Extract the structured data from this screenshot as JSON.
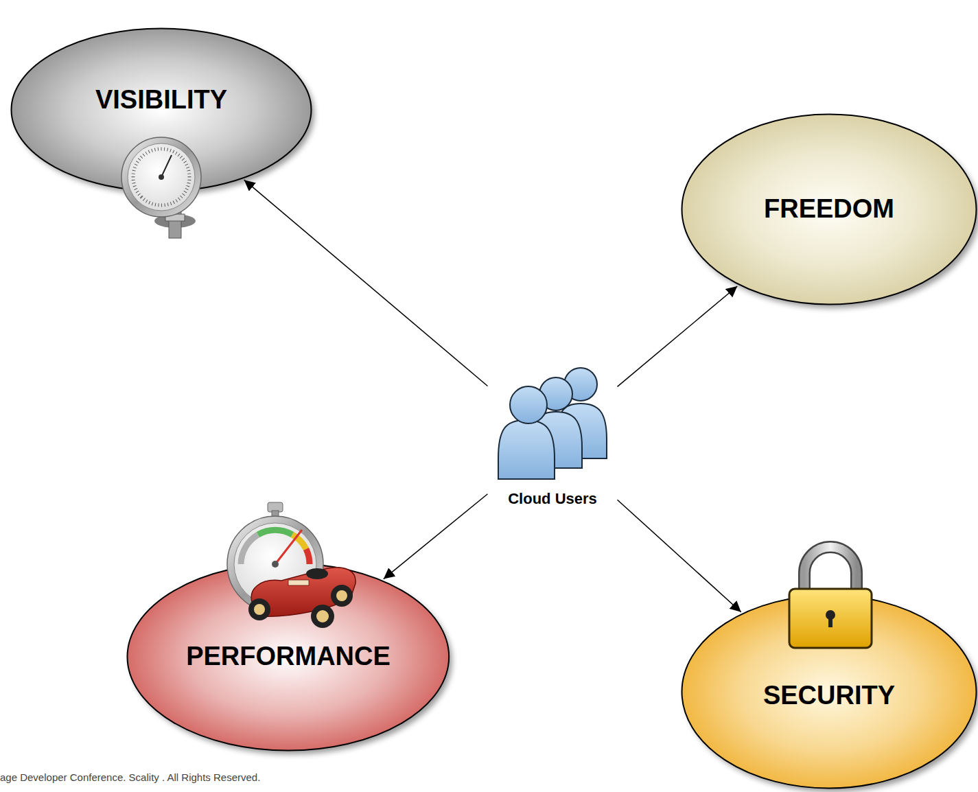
{
  "diagram": {
    "nodes": [
      {
        "text": [
          "VISIBILITY"
        ]
      },
      {
        "text": [
          "FREEDOM"
        ]
      },
      {
        "text": [
          "Cloud Users"
        ]
      },
      {
        "text": [
          "PERFORMANCE"
        ]
      },
      {
        "text": [
          "SECURITY"
        ]
      }
    ],
    "edges": [
      {
        "from": 2,
        "to": 0,
        "arrow": "to"
      },
      {
        "from": 2,
        "to": 1,
        "arrow": "to"
      },
      {
        "from": 2,
        "to": 3,
        "arrow": "to"
      },
      {
        "from": 2,
        "to": 4,
        "arrow": "to"
      }
    ],
    "labels": [
      "age Developer Conference. Scality . All Rights Reserved."
    ]
  }
}
